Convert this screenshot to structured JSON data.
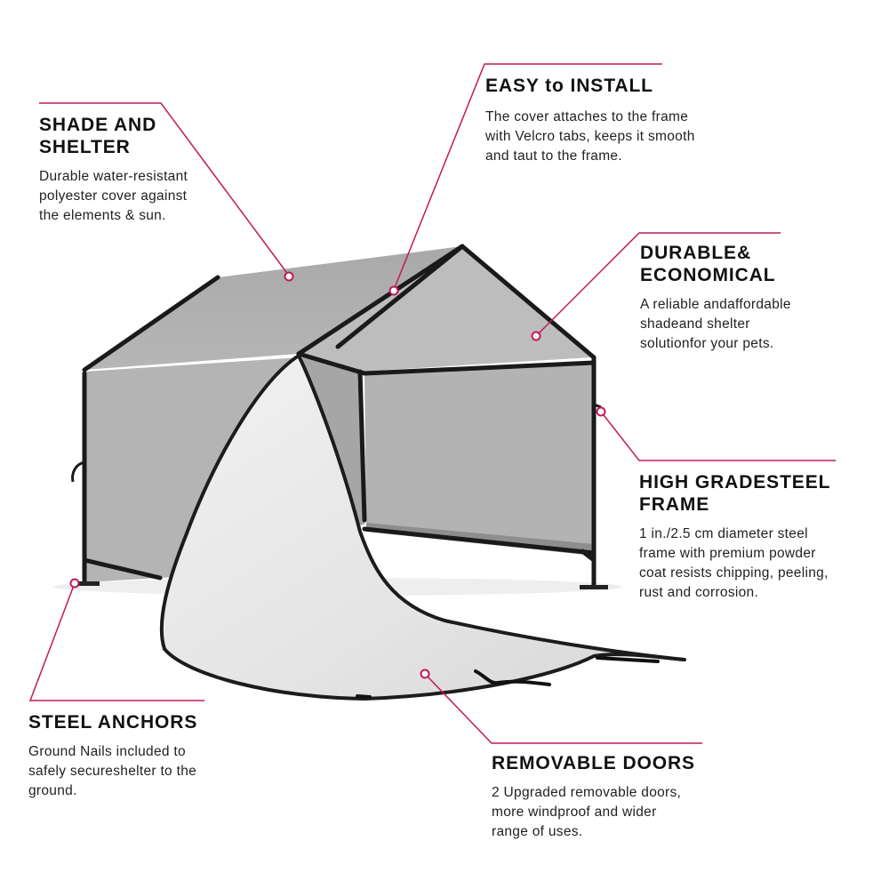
{
  "accent_color": "#c2185b",
  "callouts": {
    "shade": {
      "title_line1": "SHADE AND",
      "title_line2": "SHELTER",
      "desc_line1": "Durable water-resistant",
      "desc_line2": "polyester cover against",
      "desc_line3": "the elements & sun."
    },
    "install": {
      "title_line1": "EASY to INSTALL",
      "desc_line1": "The cover attaches to the frame",
      "desc_line2": "with Velcro tabs, keeps it smooth",
      "desc_line3": "and taut to the frame."
    },
    "durable": {
      "title_line1": "DURABLE&",
      "title_line2": "ECONOMICAL",
      "desc_line1": "A reliable andaffordable",
      "desc_line2": "shadeand shelter",
      "desc_line3": "solutionfor your pets."
    },
    "frame": {
      "title_line1": "HIGH GRADESTEEL",
      "title_line2": "FRAME",
      "desc_line1": "1 in./2.5 cm diameter steel",
      "desc_line2": "frame with premium powder",
      "desc_line3": "coat resists chipping, peeling,",
      "desc_line4": "rust and corrosion."
    },
    "anchors": {
      "title_line1": "STEEL ANCHORS",
      "desc_line1": "Ground Nails included to",
      "desc_line2": "safely secureshelter to the",
      "desc_line3": "ground."
    },
    "doors": {
      "title_line1": "REMOVABLE DOORS",
      "desc_line1": "2 Upgraded removable doors,",
      "desc_line2": "more windproof and wider",
      "desc_line3": "range of uses."
    }
  }
}
